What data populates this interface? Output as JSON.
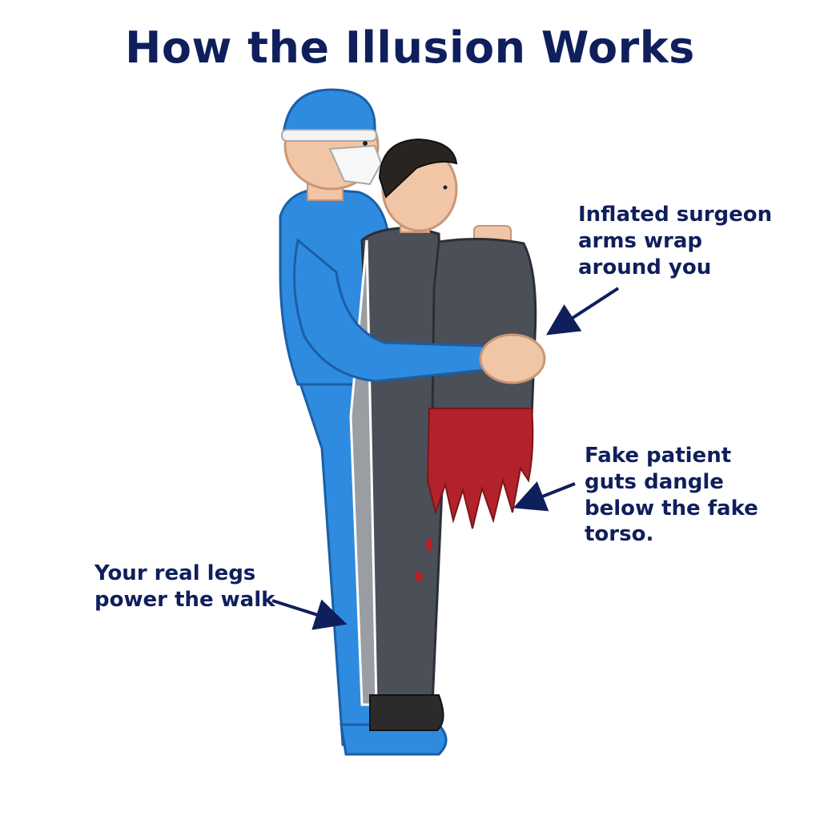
{
  "title": "How the Illusion Works",
  "callouts": {
    "arms": "Inflated surgeon\narms wrap\naround you",
    "guts": "Fake patient\nguts dangle\nbelow the fake\ntorso.",
    "legs": "Your real legs\npower the walk"
  },
  "colors": {
    "title": "#0f1f5c",
    "scrubs": "#2e8be0",
    "clothing": "#4a4f58",
    "guts": "#b3222a",
    "skin": "#f1c6a6",
    "arrow": "#0f1f5c"
  }
}
